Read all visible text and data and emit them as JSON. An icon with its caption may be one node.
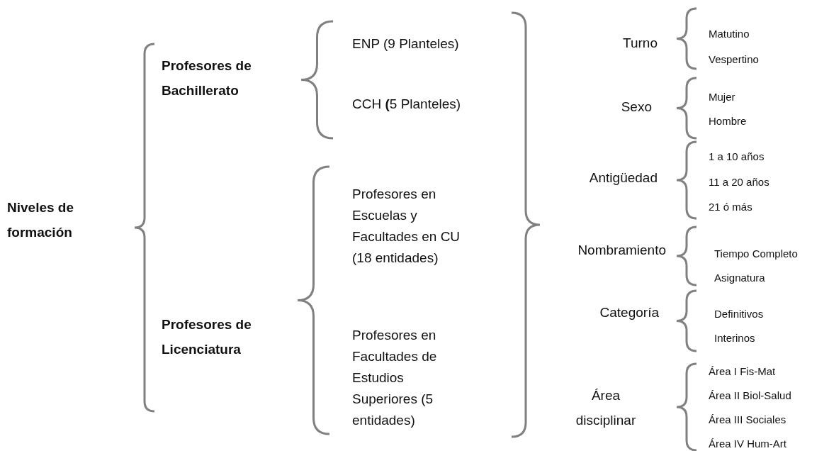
{
  "diagram": {
    "nodes": [
      {
        "text": [
          "Niveles de formación"
        ]
      },
      {
        "text": [
          "Profesores de Bachillerato"
        ]
      },
      {
        "text": [
          "Profesores de Licenciatura"
        ]
      },
      {
        "text": [
          "ENP (9 Planteles)"
        ]
      },
      {
        "text": [
          "CCH **(**5 Planteles)"
        ]
      },
      {
        "text": [
          "Profesores en Escuelas y Facultades en CU (18 entidades)"
        ]
      },
      {
        "text": [
          "Profesores en Facultades de Estudios Superiores (5 entidades)"
        ]
      },
      {
        "text": [
          "Turno"
        ]
      },
      {
        "text": [
          "Matutino"
        ]
      },
      {
        "text": [
          "Vespertino"
        ]
      },
      {
        "text": [
          "Sexo"
        ]
      },
      {
        "text": [
          "Mujer"
        ]
      },
      {
        "text": [
          "Hombre"
        ]
      },
      {
        "text": [
          "Antigüedad"
        ]
      },
      {
        "text": [
          "1 a 10 años"
        ]
      },
      {
        "text": [
          "11 a 20 años"
        ]
      },
      {
        "text": [
          "21 ó más"
        ]
      },
      {
        "text": [
          "Nombramiento"
        ]
      },
      {
        "text": [
          "Tiempo Completo"
        ]
      },
      {
        "text": [
          "Asignatura"
        ]
      },
      {
        "text": [
          "Categoría"
        ]
      },
      {
        "text": [
          "Definitivos"
        ]
      },
      {
        "text": [
          "Interinos"
        ]
      },
      {
        "text": [
          "Área disciplinar"
        ]
      },
      {
        "text": [
          "Área I Fis-Mat"
        ]
      },
      {
        "text": [
          "Área II Biol-Salud"
        ]
      },
      {
        "text": [
          "Área III Sociales"
        ]
      },
      {
        "text": [
          "Área IV Hum-Art"
        ]
      }
    ]
  }
}
